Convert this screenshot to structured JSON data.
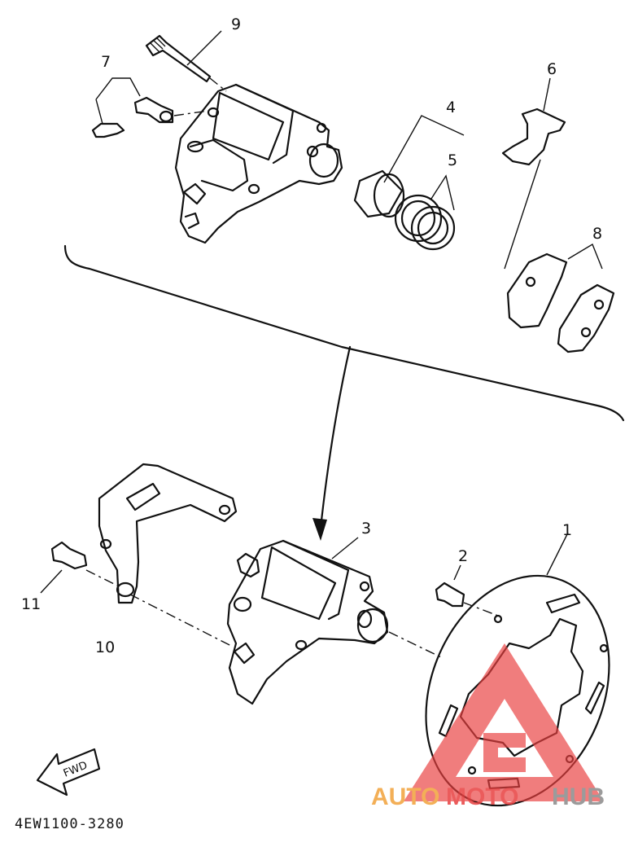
{
  "diagram": {
    "callouts": [
      "1",
      "2",
      "3",
      "4",
      "5",
      "6",
      "7",
      "8",
      "9",
      "10",
      "11"
    ],
    "part_code": "4EW1100-3280",
    "direction_tag": "FWD"
  },
  "watermark": {
    "text_part1": "AUTO",
    "text_part2": "MOTO",
    "text_part3": "HUB",
    "colors": {
      "red": "#e84040",
      "orange": "#f2a23a",
      "grey": "#8a8a8a"
    }
  }
}
